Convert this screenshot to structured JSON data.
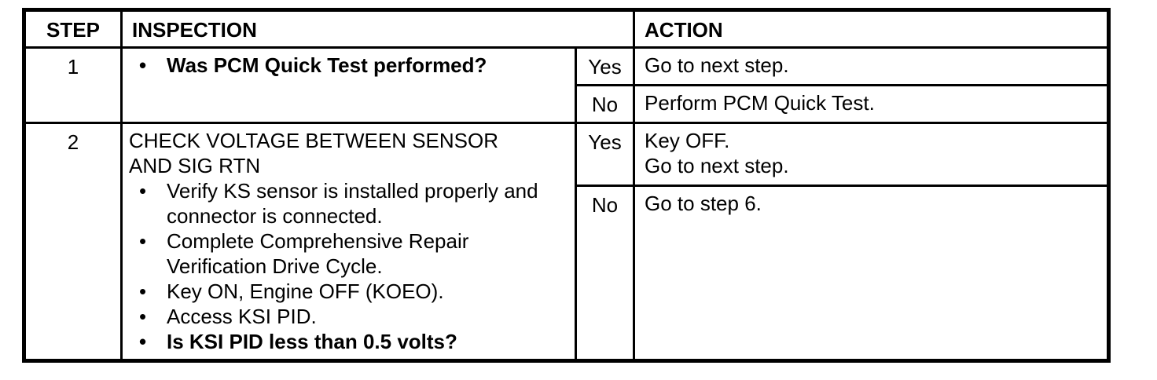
{
  "page": {
    "background_color": "#ffffff",
    "ink_color": "#000000"
  },
  "icons": {
    "bullet": "•"
  },
  "table": {
    "headers": {
      "step": "STEP",
      "inspection": "INSPECTION",
      "action": "ACTION"
    },
    "rows": [
      {
        "step": "1",
        "inspection": {
          "heading_lines": [],
          "bullets": [
            {
              "bold": true,
              "lines": [
                "Was PCM Quick Test performed?"
              ]
            }
          ]
        },
        "outcomes": [
          {
            "answer": "Yes",
            "action_lines": [
              "Go to next step."
            ]
          },
          {
            "answer": "No",
            "action_lines": [
              "Perform PCM Quick Test."
            ]
          }
        ]
      },
      {
        "step": "2",
        "inspection": {
          "heading_lines": [
            "CHECK VOLTAGE BETWEEN SENSOR",
            "AND SIG RTN"
          ],
          "bullets": [
            {
              "bold": false,
              "lines": [
                "Verify KS sensor is installed properly and",
                "connector is connected."
              ]
            },
            {
              "bold": false,
              "lines": [
                "Complete Comprehensive Repair",
                "Verification Drive Cycle."
              ]
            },
            {
              "bold": false,
              "lines": [
                "Key ON, Engine OFF (KOEO)."
              ]
            },
            {
              "bold": false,
              "lines": [
                "Access KSI PID."
              ]
            },
            {
              "bold": true,
              "lines": [
                "Is KSI PID less than 0.5 volts?"
              ]
            }
          ]
        },
        "outcomes": [
          {
            "answer": "Yes",
            "action_lines": [
              "Key OFF.",
              "Go to next step."
            ]
          },
          {
            "answer": "No",
            "action_lines": [
              "Go to step 6."
            ]
          }
        ]
      }
    ]
  }
}
